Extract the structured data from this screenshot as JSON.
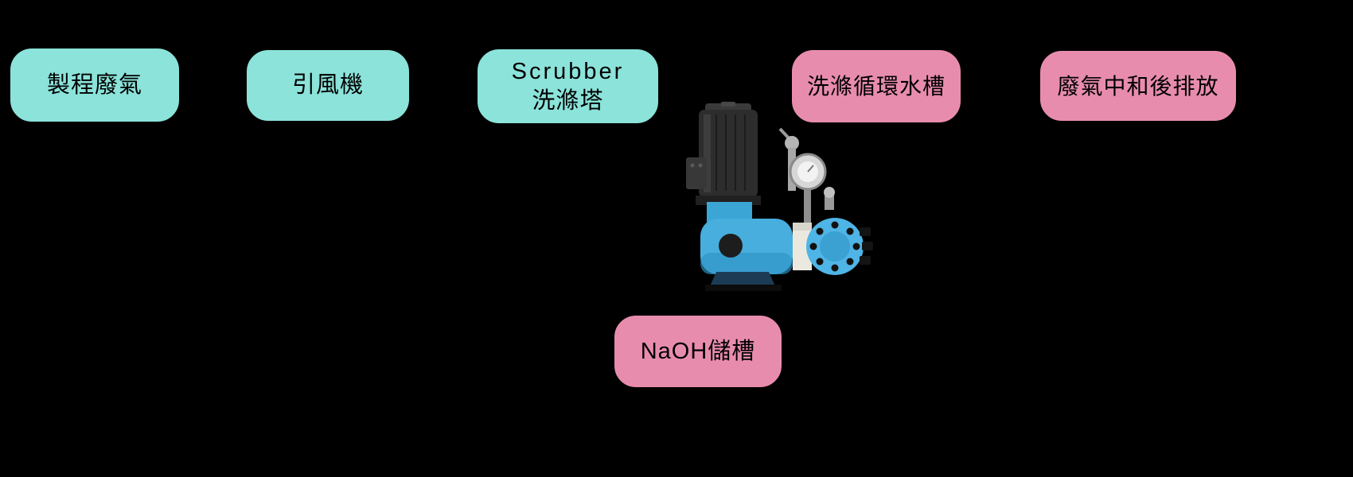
{
  "colors": {
    "background": "#000000",
    "node_teal": "#8BE3DA",
    "node_pink": "#E88CAE",
    "node_outline": "#000000",
    "node_text": "#000000",
    "arrow": "#000000",
    "pump_blue": "#47AEDE",
    "pump_motor_gray": "#2D2D2D"
  },
  "diagram": {
    "nodes": [
      {
        "id": "process-exhaust",
        "label": "製程廢氣",
        "color": "teal"
      },
      {
        "id": "induced-draft-fan",
        "label": "引風機",
        "color": "teal"
      },
      {
        "id": "scrubber",
        "label_line1": "Scrubber",
        "label_line2": "洗滌塔",
        "color": "teal"
      },
      {
        "id": "scrubber-circulation-tank",
        "label": "洗滌循環水槽",
        "color": "pink"
      },
      {
        "id": "neutralized-discharge",
        "label": "廢氣中和後排放",
        "color": "pink"
      },
      {
        "id": "naoh-storage-tank",
        "label": "NaOH儲槽",
        "color": "pink"
      }
    ],
    "edges": [
      {
        "from": "process-exhaust",
        "to": "induced-draft-fan",
        "style": "arrow"
      },
      {
        "from": "induced-draft-fan",
        "to": "scrubber",
        "style": "arrow"
      },
      {
        "from": "scrubber",
        "to": "scrubber-circulation-tank",
        "style": "arrow"
      },
      {
        "from": "scrubber-circulation-tank",
        "to": "neutralized-discharge",
        "style": "arrow"
      },
      {
        "from": "naoh-storage-tank",
        "to": "dosing-pump",
        "style": "line"
      },
      {
        "from": "dosing-pump",
        "to": "scrubber-circulation-tank",
        "style": "curved-arrow"
      }
    ],
    "images": [
      {
        "id": "dosing-pump",
        "name": "metering-dosing-pump-image"
      }
    ]
  }
}
